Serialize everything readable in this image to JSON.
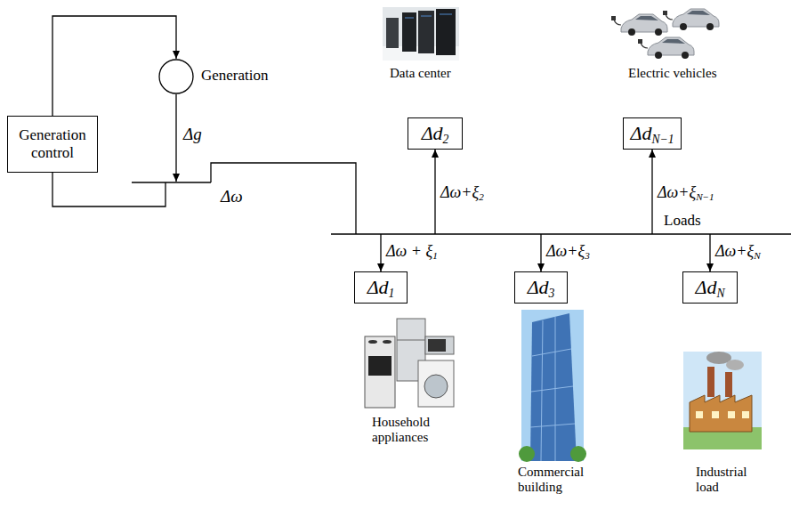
{
  "diagram": {
    "nodes": [
      {
        "text": [
          "Generation control"
        ]
      },
      {
        "text": [
          "Generation"
        ]
      },
      {
        "text": [
          "Δd2"
        ]
      },
      {
        "text": [
          "ΔdN−1"
        ]
      },
      {
        "text": [
          "Δd1"
        ]
      },
      {
        "text": [
          "Δd3"
        ]
      },
      {
        "text": [
          "ΔdN"
        ]
      }
    ],
    "edges": [
      {
        "from": 0,
        "to": 1,
        "arrow": "to"
      }
    ],
    "labels": [
      "Δg",
      "Δω",
      "Loads",
      "Δω+ξ2",
      "Δω+ξN−1",
      "Δω + ξ1",
      "Δω+ξ3",
      "Δω+ξN",
      "Data center",
      "Electric vehicles",
      "Household appliances",
      "Commercial building",
      "Industrial load"
    ]
  }
}
